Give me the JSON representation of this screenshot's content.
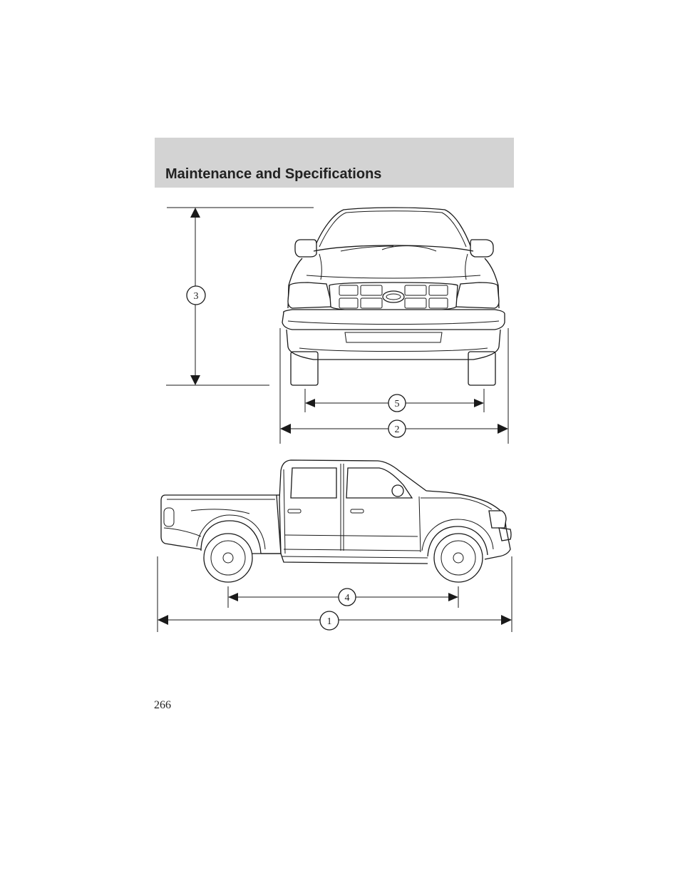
{
  "header": {
    "title": "Maintenance and Specifications"
  },
  "page": {
    "number": "266"
  },
  "diagram": {
    "callouts": {
      "overall_length": "1",
      "overall_width": "2",
      "overall_height": "3",
      "wheelbase": "4",
      "track": "5"
    }
  }
}
